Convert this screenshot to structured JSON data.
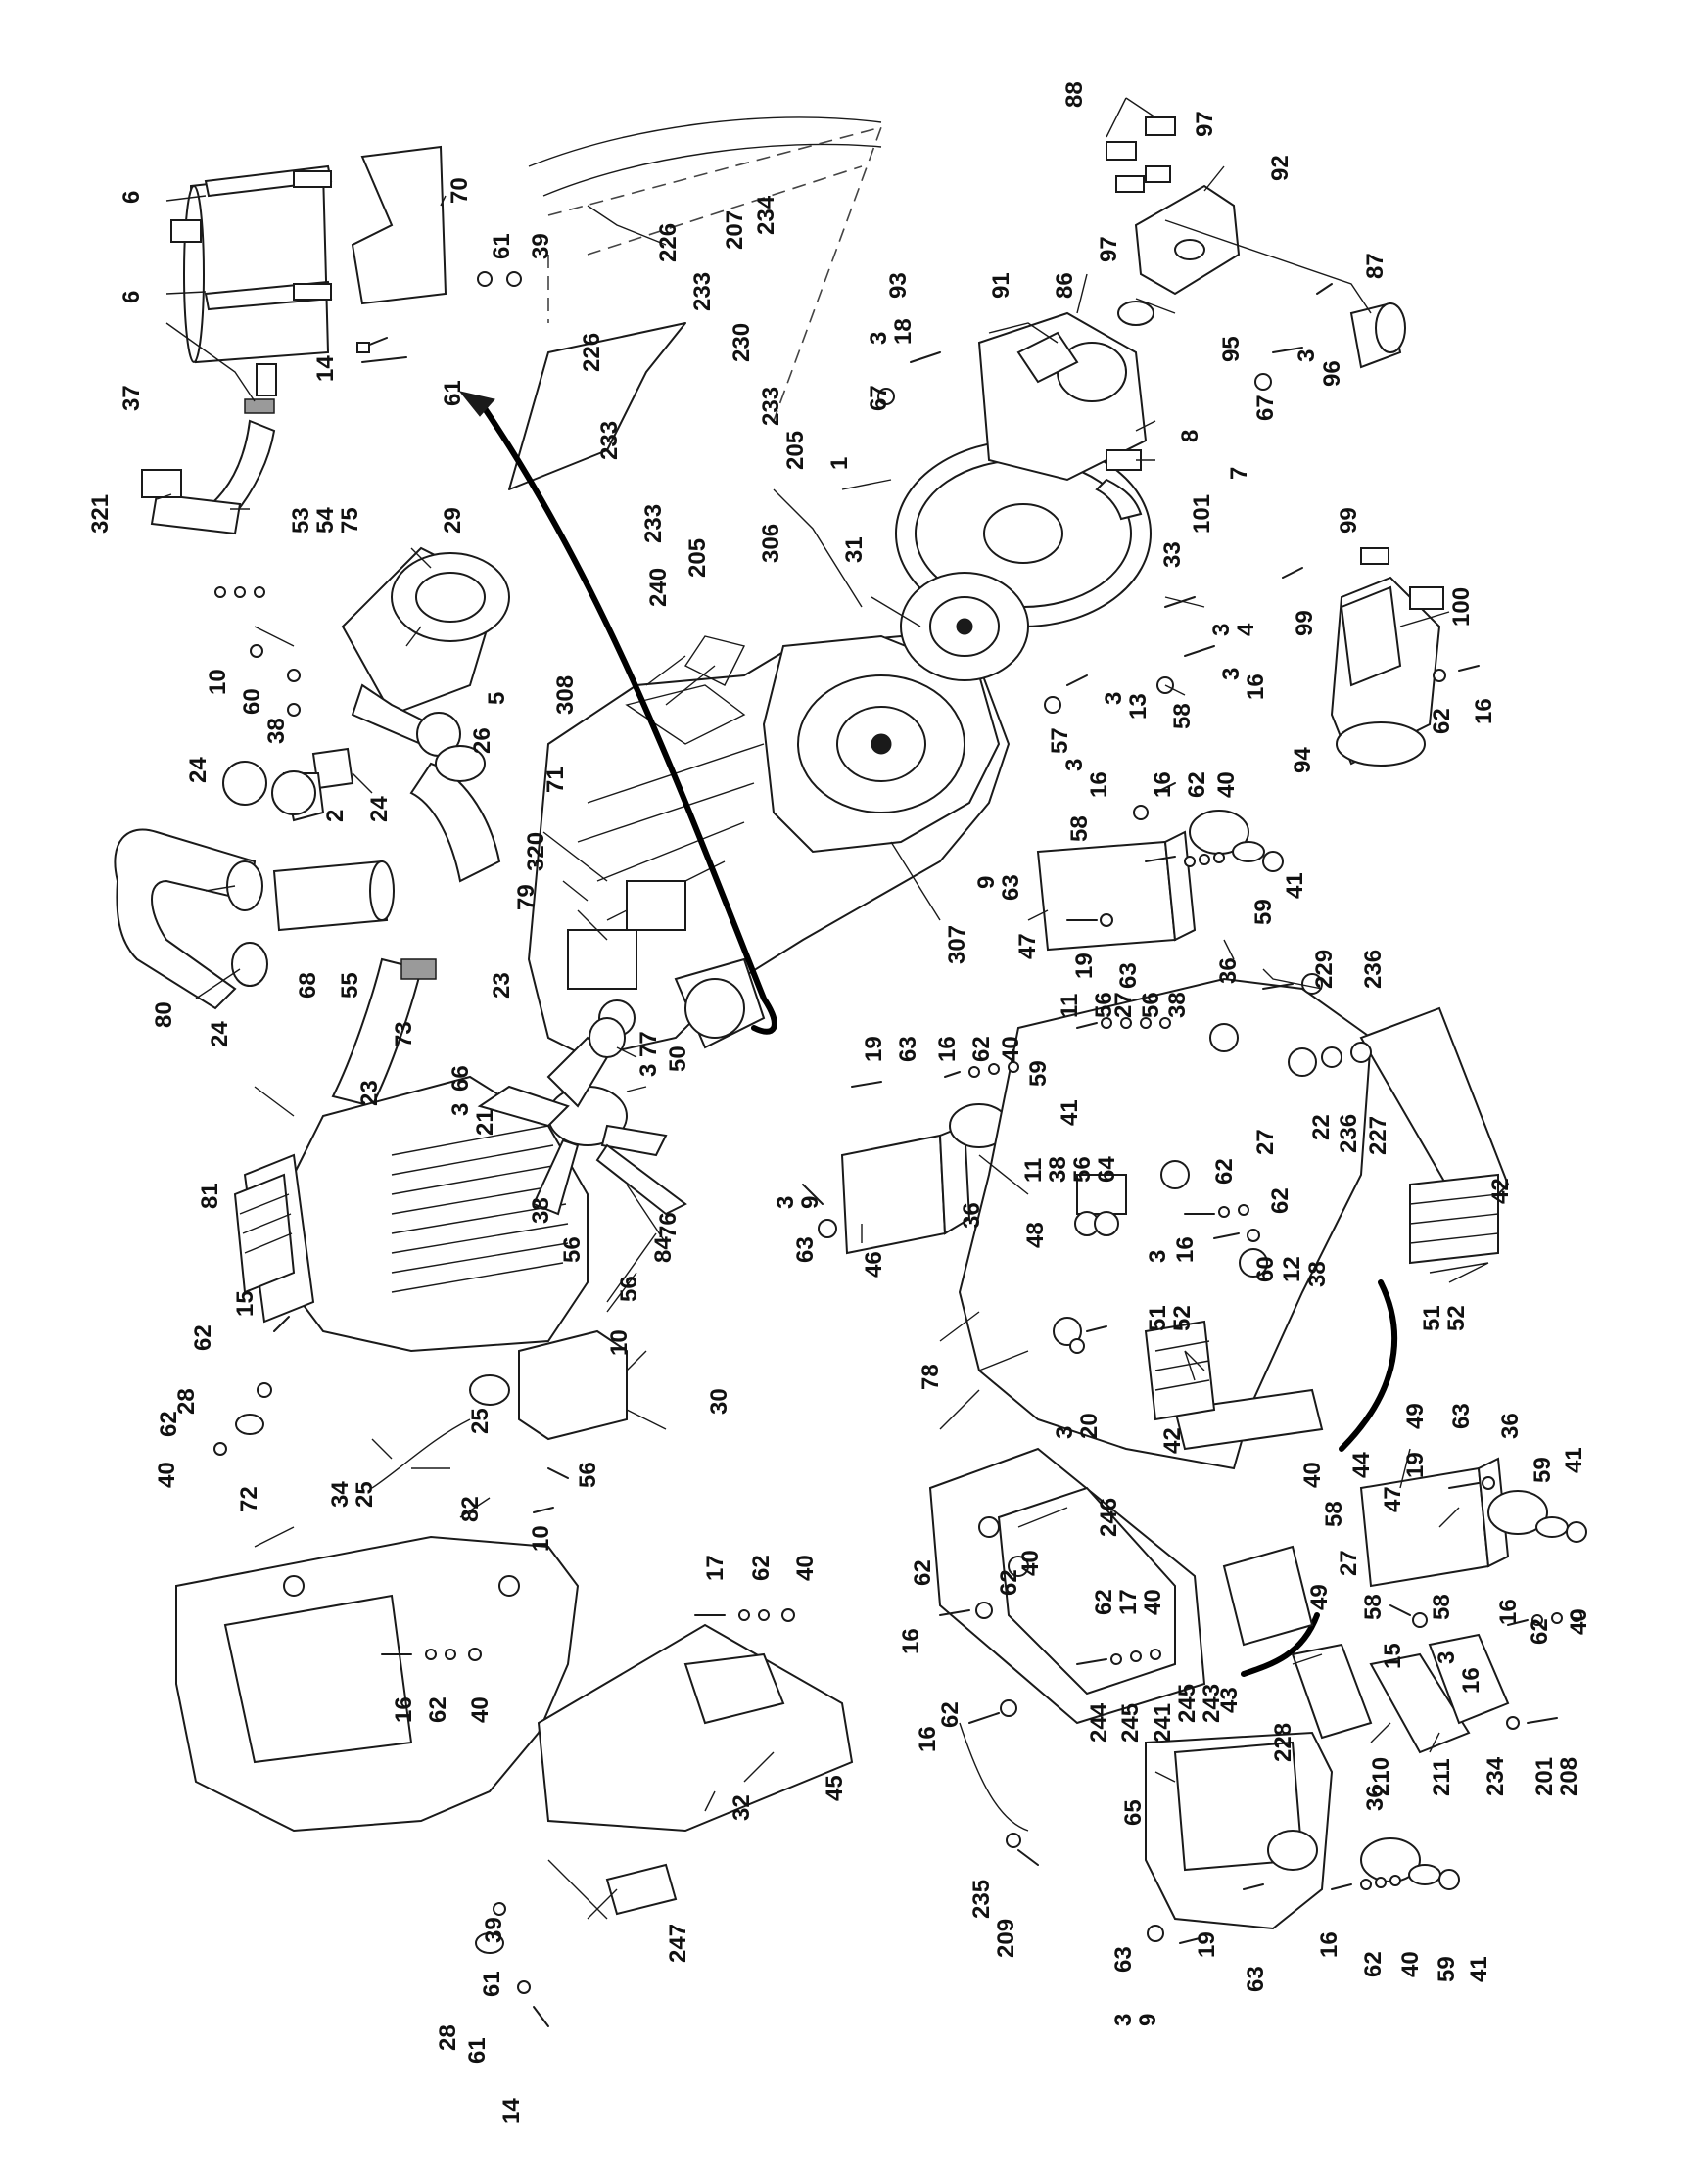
{
  "callouts": [
    {
      "id": "c6a",
      "text": "6"
    },
    {
      "id": "c6b",
      "text": "6"
    },
    {
      "id": "c70",
      "text": "70"
    },
    {
      "id": "c61a",
      "text": "61"
    },
    {
      "id": "c39a",
      "text": "39"
    },
    {
      "id": "c61b",
      "text": "61"
    },
    {
      "id": "c14a",
      "text": "14"
    },
    {
      "id": "c37",
      "text": "37"
    },
    {
      "id": "c321",
      "text": "321"
    },
    {
      "id": "c53",
      "text": "53"
    },
    {
      "id": "c54",
      "text": "54"
    },
    {
      "id": "c75",
      "text": "75"
    },
    {
      "id": "c29",
      "text": "29"
    },
    {
      "id": "c10a",
      "text": "10"
    },
    {
      "id": "c60a",
      "text": "60"
    },
    {
      "id": "c38a",
      "text": "38"
    },
    {
      "id": "c5",
      "text": "5"
    },
    {
      "id": "c24a",
      "text": "24"
    },
    {
      "id": "c24b",
      "text": "24"
    },
    {
      "id": "c26",
      "text": "26"
    },
    {
      "id": "c2",
      "text": "2"
    },
    {
      "id": "c80",
      "text": "80"
    },
    {
      "id": "c24c",
      "text": "24"
    },
    {
      "id": "c68",
      "text": "68"
    },
    {
      "id": "c55",
      "text": "55"
    },
    {
      "id": "c79",
      "text": "79"
    },
    {
      "id": "c73",
      "text": "73"
    },
    {
      "id": "c23a",
      "text": "23"
    },
    {
      "id": "c23b",
      "text": "23"
    },
    {
      "id": "c308",
      "text": "308"
    },
    {
      "id": "c71",
      "text": "71"
    },
    {
      "id": "c320",
      "text": "320"
    },
    {
      "id": "c240",
      "text": "240"
    },
    {
      "id": "c226a",
      "text": "226"
    },
    {
      "id": "c226b",
      "text": "226"
    },
    {
      "id": "c233a",
      "text": "233"
    },
    {
      "id": "c233b",
      "text": "233"
    },
    {
      "id": "c233c",
      "text": "233"
    },
    {
      "id": "c233d",
      "text": "233"
    },
    {
      "id": "c207",
      "text": "207"
    },
    {
      "id": "c234a",
      "text": "234"
    },
    {
      "id": "c230",
      "text": "230"
    },
    {
      "id": "c205a",
      "text": "205"
    },
    {
      "id": "c205b",
      "text": "205"
    },
    {
      "id": "c306",
      "text": "306"
    },
    {
      "id": "c31",
      "text": "31"
    },
    {
      "id": "c1",
      "text": "1"
    },
    {
      "id": "c93",
      "text": "93"
    },
    {
      "id": "c3a",
      "text": "3"
    },
    {
      "id": "c18",
      "text": "18"
    },
    {
      "id": "c67a",
      "text": "67"
    },
    {
      "id": "c91",
      "text": "91"
    },
    {
      "id": "c86",
      "text": "86"
    },
    {
      "id": "c88",
      "text": "88"
    },
    {
      "id": "c97a",
      "text": "97"
    },
    {
      "id": "c97b",
      "text": "97"
    },
    {
      "id": "c92",
      "text": "92"
    },
    {
      "id": "c87",
      "text": "87"
    },
    {
      "id": "c95",
      "text": "95"
    },
    {
      "id": "c3b",
      "text": "3"
    },
    {
      "id": "c96",
      "text": "96"
    },
    {
      "id": "c67b",
      "text": "67"
    },
    {
      "id": "c8",
      "text": "8"
    },
    {
      "id": "c7",
      "text": "7"
    },
    {
      "id": "c101",
      "text": "101"
    },
    {
      "id": "c33",
      "text": "33"
    },
    {
      "id": "c3c",
      "text": "3"
    },
    {
      "id": "c4",
      "text": "4"
    },
    {
      "id": "c3d",
      "text": "3"
    },
    {
      "id": "c16a",
      "text": "16"
    },
    {
      "id": "c3e",
      "text": "3"
    },
    {
      "id": "c13",
      "text": "13"
    },
    {
      "id": "c57",
      "text": "57"
    },
    {
      "id": "c58a",
      "text": "58"
    },
    {
      "id": "c99a",
      "text": "99"
    },
    {
      "id": "c99b",
      "text": "99"
    },
    {
      "id": "c100",
      "text": "100"
    },
    {
      "id": "c62a",
      "text": "62"
    },
    {
      "id": "c16b",
      "text": "16"
    },
    {
      "id": "c94",
      "text": "94"
    },
    {
      "id": "c3f",
      "text": "3"
    },
    {
      "id": "c16c",
      "text": "16"
    },
    {
      "id": "c58b",
      "text": "58"
    },
    {
      "id": "c16d",
      "text": "16"
    },
    {
      "id": "c62b",
      "text": "62"
    },
    {
      "id": "c40a",
      "text": "40"
    },
    {
      "id": "c9a",
      "text": "9"
    },
    {
      "id": "c63a",
      "text": "63"
    },
    {
      "id": "c47a",
      "text": "47"
    },
    {
      "id": "c19a",
      "text": "19"
    },
    {
      "id": "c63b",
      "text": "63"
    },
    {
      "id": "c36a",
      "text": "36"
    },
    {
      "id": "c59a",
      "text": "59"
    },
    {
      "id": "c41a",
      "text": "41"
    },
    {
      "id": "c307",
      "text": "307"
    },
    {
      "id": "c229",
      "text": "229"
    },
    {
      "id": "c236a",
      "text": "236"
    },
    {
      "id": "c22",
      "text": "22"
    },
    {
      "id": "c236b",
      "text": "236"
    },
    {
      "id": "c227",
      "text": "227"
    },
    {
      "id": "c11a",
      "text": "11"
    },
    {
      "id": "c56a",
      "text": "56"
    },
    {
      "id": "c27a",
      "text": "27"
    },
    {
      "id": "c56b",
      "text": "56"
    },
    {
      "id": "c38b",
      "text": "38"
    },
    {
      "id": "c19b",
      "text": "19"
    },
    {
      "id": "c63c",
      "text": "63"
    },
    {
      "id": "c16e",
      "text": "16"
    },
    {
      "id": "c62c",
      "text": "62"
    },
    {
      "id": "c40b",
      "text": "40"
    },
    {
      "id": "c59b",
      "text": "59"
    },
    {
      "id": "c41b",
      "text": "41"
    },
    {
      "id": "c3g",
      "text": "3"
    },
    {
      "id": "c9b",
      "text": "9"
    },
    {
      "id": "c63d",
      "text": "63"
    },
    {
      "id": "c46",
      "text": "46"
    },
    {
      "id": "c36b",
      "text": "36"
    },
    {
      "id": "c11b",
      "text": "11"
    },
    {
      "id": "c38c",
      "text": "38"
    },
    {
      "id": "c56c",
      "text": "56"
    },
    {
      "id": "c64",
      "text": "64"
    },
    {
      "id": "c48",
      "text": "48"
    },
    {
      "id": "c62d",
      "text": "62"
    },
    {
      "id": "c27b",
      "text": "27"
    },
    {
      "id": "c62e",
      "text": "62"
    },
    {
      "id": "c3h",
      "text": "3"
    },
    {
      "id": "c16f",
      "text": "16"
    },
    {
      "id": "c60b",
      "text": "60"
    },
    {
      "id": "c12",
      "text": "12"
    },
    {
      "id": "c38d",
      "text": "38"
    },
    {
      "id": "c42a",
      "text": "42"
    },
    {
      "id": "c51a",
      "text": "51"
    },
    {
      "id": "c52a",
      "text": "52"
    },
    {
      "id": "c51b",
      "text": "51"
    },
    {
      "id": "c52b",
      "text": "52"
    },
    {
      "id": "c42b",
      "text": "42"
    },
    {
      "id": "c3i",
      "text": "3"
    },
    {
      "id": "c20",
      "text": "20"
    },
    {
      "id": "c78",
      "text": "78"
    },
    {
      "id": "c49a",
      "text": "49"
    },
    {
      "id": "c44",
      "text": "44"
    },
    {
      "id": "c19c",
      "text": "19"
    },
    {
      "id": "c63e",
      "text": "63"
    },
    {
      "id": "c36c",
      "text": "36"
    },
    {
      "id": "c59c",
      "text": "59"
    },
    {
      "id": "c41c",
      "text": "41"
    },
    {
      "id": "c40c",
      "text": "40"
    },
    {
      "id": "c47b",
      "text": "47"
    },
    {
      "id": "c58c",
      "text": "58"
    },
    {
      "id": "c27c",
      "text": "27"
    },
    {
      "id": "c58d",
      "text": "58"
    },
    {
      "id": "c58e",
      "text": "58"
    },
    {
      "id": "c15a",
      "text": "15"
    },
    {
      "id": "c3j",
      "text": "3"
    },
    {
      "id": "c16g",
      "text": "16"
    },
    {
      "id": "c16h",
      "text": "16"
    },
    {
      "id": "c62f",
      "text": "62"
    },
    {
      "id": "c40d",
      "text": "40"
    },
    {
      "id": "c246",
      "text": "246"
    },
    {
      "id": "c62g",
      "text": "62"
    },
    {
      "id": "c17a",
      "text": "17"
    },
    {
      "id": "c40e",
      "text": "40"
    },
    {
      "id": "c62h",
      "text": "62"
    },
    {
      "id": "c40f",
      "text": "40"
    },
    {
      "id": "c62i",
      "text": "62"
    },
    {
      "id": "c16i",
      "text": "16"
    },
    {
      "id": "c62j",
      "text": "62"
    },
    {
      "id": "c16j",
      "text": "16"
    },
    {
      "id": "c49b",
      "text": "49"
    },
    {
      "id": "c43",
      "text": "43"
    },
    {
      "id": "c244",
      "text": "244"
    },
    {
      "id": "c245a",
      "text": "245"
    },
    {
      "id": "c241",
      "text": "241"
    },
    {
      "id": "c245b",
      "text": "245"
    },
    {
      "id": "c243",
      "text": "243"
    },
    {
      "id": "c228",
      "text": "228"
    },
    {
      "id": "c210",
      "text": "210"
    },
    {
      "id": "c211",
      "text": "211"
    },
    {
      "id": "c234b",
      "text": "234"
    },
    {
      "id": "c201",
      "text": "201"
    },
    {
      "id": "c208",
      "text": "208"
    },
    {
      "id": "c235",
      "text": "235"
    },
    {
      "id": "c209",
      "text": "209"
    },
    {
      "id": "c65",
      "text": "65"
    },
    {
      "id": "c36d",
      "text": "36"
    },
    {
      "id": "c63f",
      "text": "63"
    },
    {
      "id": "c3k",
      "text": "3"
    },
    {
      "id": "c9c",
      "text": "9"
    },
    {
      "id": "c19d",
      "text": "19"
    },
    {
      "id": "c63g",
      "text": "63"
    },
    {
      "id": "c16k",
      "text": "16"
    },
    {
      "id": "c62k",
      "text": "62"
    },
    {
      "id": "c40g",
      "text": "40"
    },
    {
      "id": "c59d",
      "text": "59"
    },
    {
      "id": "c41d",
      "text": "41"
    },
    {
      "id": "c81",
      "text": "81"
    },
    {
      "id": "c66",
      "text": "66"
    },
    {
      "id": "c3l",
      "text": "3"
    },
    {
      "id": "c21",
      "text": "21"
    },
    {
      "id": "c77",
      "text": "77"
    },
    {
      "id": "c3m",
      "text": "3"
    },
    {
      "id": "c50",
      "text": "50"
    },
    {
      "id": "c84",
      "text": "84"
    },
    {
      "id": "c38e",
      "text": "38"
    },
    {
      "id": "c56d",
      "text": "56"
    },
    {
      "id": "c76",
      "text": "76"
    },
    {
      "id": "c56e",
      "text": "56"
    },
    {
      "id": "c10b",
      "text": "10"
    },
    {
      "id": "c15b",
      "text": "15"
    },
    {
      "id": "c62l",
      "text": "62"
    },
    {
      "id": "c28a",
      "text": "28"
    },
    {
      "id": "c62m",
      "text": "62"
    },
    {
      "id": "c40h",
      "text": "40"
    },
    {
      "id": "c25a",
      "text": "25"
    },
    {
      "id": "c30",
      "text": "30"
    },
    {
      "id": "c34",
      "text": "34"
    },
    {
      "id": "c25b",
      "text": "25"
    },
    {
      "id": "c82",
      "text": "82"
    },
    {
      "id": "c10c",
      "text": "10"
    },
    {
      "id": "c56f",
      "text": "56"
    },
    {
      "id": "c72",
      "text": "72"
    },
    {
      "id": "c17b",
      "text": "17"
    },
    {
      "id": "c62n",
      "text": "62"
    },
    {
      "id": "c40i",
      "text": "40"
    },
    {
      "id": "c16l",
      "text": "16"
    },
    {
      "id": "c62o",
      "text": "62"
    },
    {
      "id": "c40j",
      "text": "40"
    },
    {
      "id": "c45",
      "text": "45"
    },
    {
      "id": "c32",
      "text": "32"
    },
    {
      "id": "c247",
      "text": "247"
    },
    {
      "id": "c39b",
      "text": "39"
    },
    {
      "id": "c61c",
      "text": "61"
    },
    {
      "id": "c28b",
      "text": "28"
    },
    {
      "id": "c61d",
      "text": "61"
    },
    {
      "id": "c14b",
      "text": "14"
    }
  ]
}
